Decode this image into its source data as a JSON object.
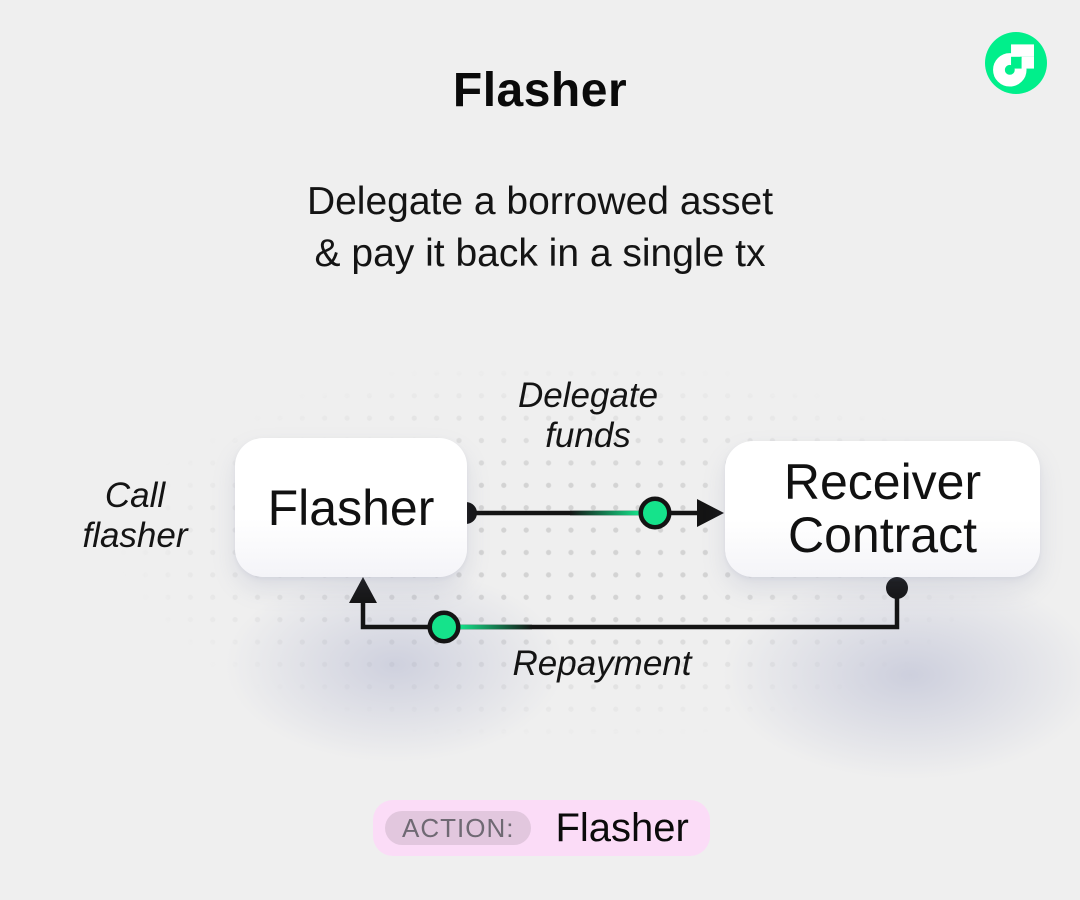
{
  "page": {
    "title": "Flasher",
    "subtitle": "Delegate a borrowed asset\n& pay it back in a single tx"
  },
  "logo": {
    "name": "flow-logo",
    "brand_green": "#00ef8b"
  },
  "diagram": {
    "nodes": {
      "flasher": {
        "label": "Flasher"
      },
      "receiver": {
        "label": "Receiver\nContract"
      }
    },
    "labels": {
      "call_flasher": "Call\nflasher",
      "delegate_funds": "Delegate\nfunds",
      "repayment": "Repayment"
    },
    "colors": {
      "line": "#141414",
      "marker_green": "#15e38b",
      "node_bg": "#ffffff",
      "dot_grid": "#cfcfcf"
    }
  },
  "action_bar": {
    "label": "ACTION:",
    "value": "Flasher",
    "colors": {
      "pill_bg": "#fbdcf7",
      "badge_bg": "#e2c7de",
      "label_text": "#6f6973"
    }
  }
}
